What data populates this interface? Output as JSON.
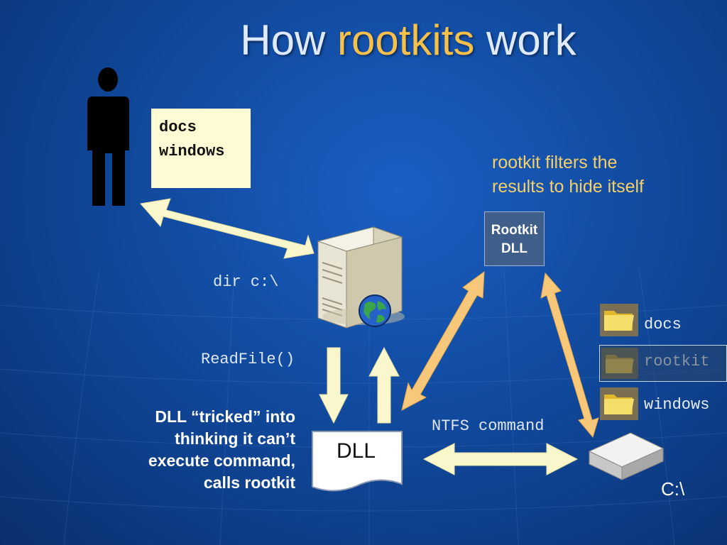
{
  "slide": {
    "title_part1": "How ",
    "title_highlight": "rootkits",
    "title_part2": " work",
    "listing": {
      "item1": "docs",
      "item2": "windows"
    },
    "note_line1": "rootkit filters the",
    "note_line2": "results to hide itself",
    "rootkit_dll_line1": "Rootkit",
    "rootkit_dll_line2": "DLL",
    "dir_command": "dir c:\\",
    "readfile_command": "ReadFile()",
    "desc_line1": "DLL “tricked” into",
    "desc_line2": "thinking it can’t",
    "desc_line3": "execute command,",
    "desc_line4": "calls rootkit",
    "dll_label": "DLL",
    "ntfs_command": "NTFS command",
    "folders": {
      "docs": "docs",
      "rootkit": "rootkit",
      "windows": "windows"
    },
    "drive_label": "C:\\"
  },
  "colors": {
    "arrow_fill": "#fbf7cc",
    "arrow_orange": "#f7c87a",
    "title_highlight": "#f7c04a",
    "note_text": "#f6cf66"
  },
  "icons": {
    "person": "person-silhouette-icon",
    "server": "server-tower-icon",
    "globe": "globe-icon",
    "folder": "folder-icon",
    "drive": "hard-drive-icon",
    "document": "document-icon"
  }
}
